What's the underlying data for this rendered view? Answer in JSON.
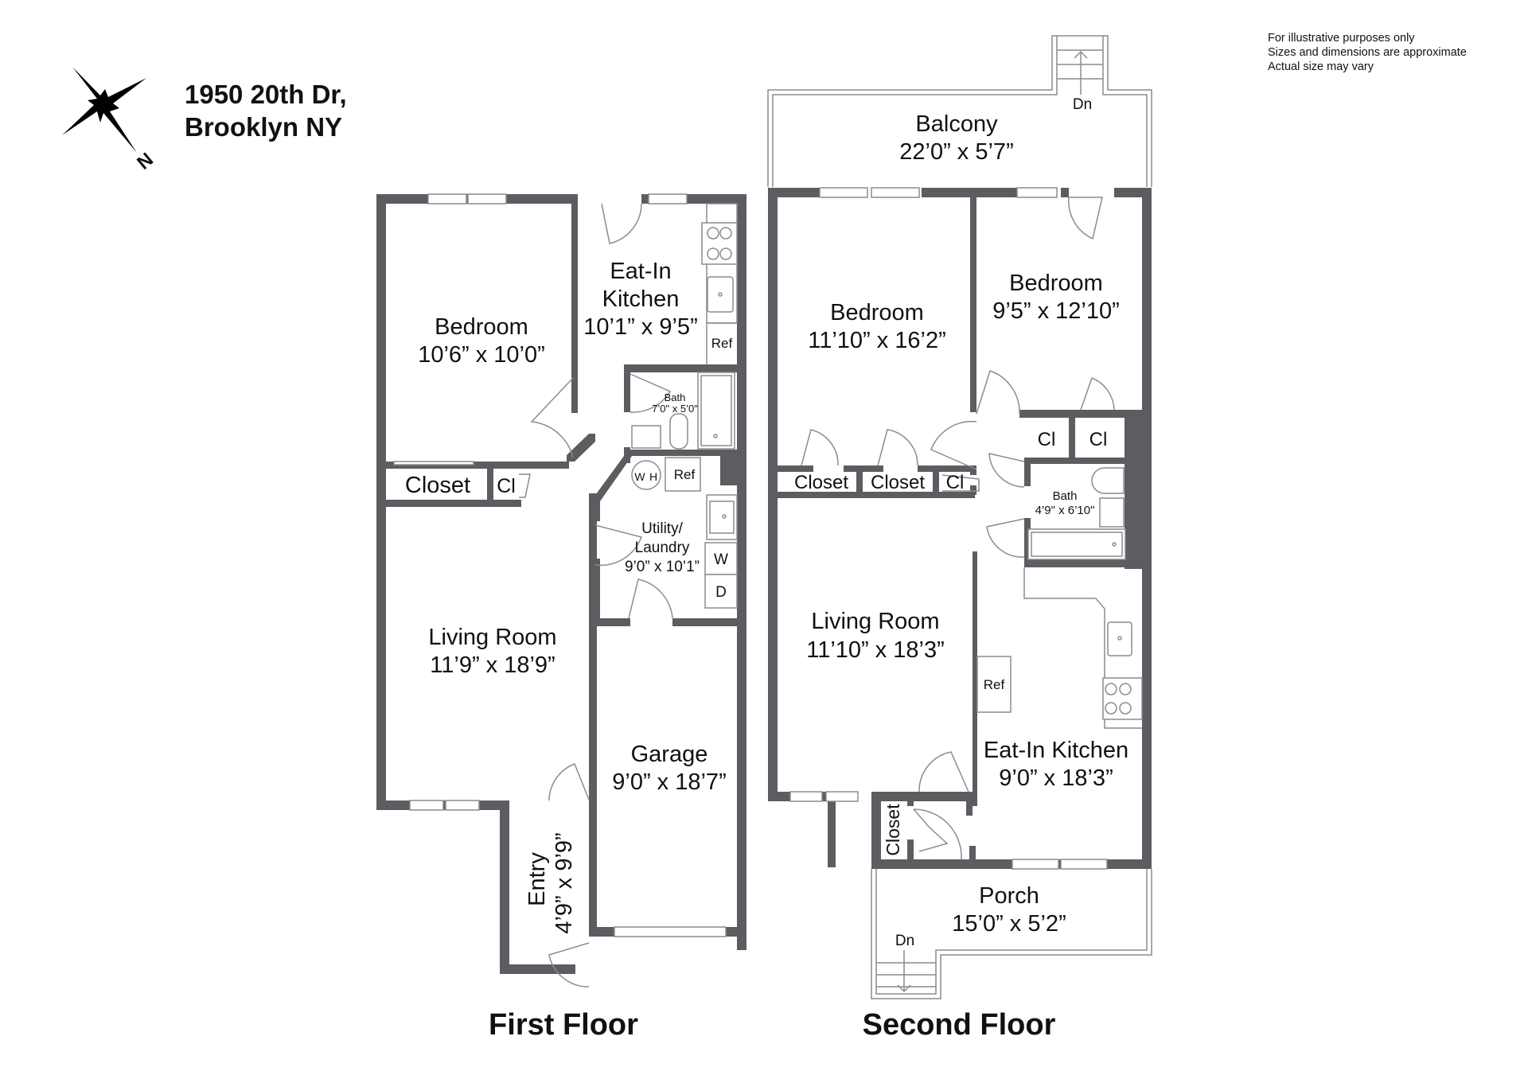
{
  "header": {
    "address_line1": "1950 20th Dr,",
    "address_line2": "Brooklyn NY",
    "compass_label": "N"
  },
  "disclaimer": [
    "For illustrative purposes only",
    "Sizes and dimensions are approximate",
    "Actual size may vary"
  ],
  "colors": {
    "wall": "#5b5d61",
    "fixture_line": "#8a8c90",
    "background": "#ffffff"
  },
  "first_floor": {
    "title": "First Floor",
    "rooms": {
      "bedroom": {
        "name": "Bedroom",
        "size": "10’6” x 10’0”"
      },
      "kitchen": {
        "name_line1": "Eat-In",
        "name_line2": "Kitchen",
        "size": "10’1” x 9’5”"
      },
      "bath": {
        "name": "Bath",
        "size": "7’0\" x 5’0\""
      },
      "closet": {
        "name": "Closet"
      },
      "closet_small": {
        "name": "Cl"
      },
      "utility": {
        "name_line1": "Utility/",
        "name_line2": "Laundry",
        "size": "9’0” x 10’1”"
      },
      "living": {
        "name": "Living Room",
        "size": "11’9” x 18’9”"
      },
      "garage": {
        "name": "Garage",
        "size": "9’0” x 18’7”"
      },
      "entry": {
        "name": "Entry",
        "size": "4’9” x 9’9”"
      }
    },
    "fixtures": {
      "kitchen_ref": "Ref",
      "utility_ref": "Ref",
      "water_heater_w": "W",
      "water_heater_h": "H",
      "washer": "W",
      "dryer": "D"
    }
  },
  "second_floor": {
    "title": "Second Floor",
    "rooms": {
      "balcony": {
        "name": "Balcony",
        "size": "22’0” x  5’7”",
        "stairs_label": "Dn"
      },
      "bedroom_left": {
        "name": "Bedroom",
        "size": "11’10” x 16’2”"
      },
      "bedroom_right": {
        "name": "Bedroom",
        "size": "9’5” x 12’10”"
      },
      "closet1": {
        "name": "Closet"
      },
      "closet2": {
        "name": "Closet"
      },
      "closet3": {
        "name": "Cl"
      },
      "closet4": {
        "name": "Cl"
      },
      "closet5": {
        "name": "Cl"
      },
      "bath": {
        "name": "Bath",
        "size": "4’9\" x 6’10\""
      },
      "living": {
        "name": "Living Room",
        "size": "11’10” x 18’3”"
      },
      "kitchen": {
        "name": "Eat-In Kitchen",
        "size": "9’0” x 18’3”"
      },
      "closet_entry": {
        "name": "Closet"
      },
      "porch": {
        "name": "Porch",
        "size": "15’0” x 5’2”",
        "stairs_label": "Dn"
      }
    },
    "fixtures": {
      "kitchen_ref": "Ref"
    }
  }
}
